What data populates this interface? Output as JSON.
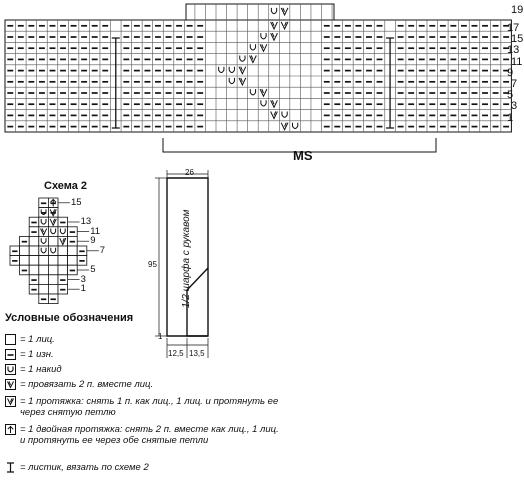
{
  "main_chart": {
    "row_numbers": [
      "19",
      "17",
      "15",
      "13",
      "11",
      "9",
      "7",
      "5",
      "3",
      "1"
    ],
    "repeat_label": "MS"
  },
  "schema2": {
    "title": "Схема 2",
    "row_numbers": [
      "15",
      "13",
      "11",
      "9",
      "7",
      "5",
      "3",
      "1"
    ]
  },
  "sleeve_pattern": {
    "label": "1/2 шарфа с рукавом",
    "top_width": "26",
    "height": "95",
    "bottom_offset": "1",
    "bottom_left": "12,5",
    "bottom_right": "13,5"
  },
  "legend": {
    "title": "Условные обозначения",
    "items": [
      {
        "icon": "blank-square",
        "text": "= 1 лиц."
      },
      {
        "icon": "dash-square",
        "text": "= 1 изн."
      },
      {
        "icon": "yarn-over-square",
        "text": "= 1 накид"
      },
      {
        "icon": "k2tog-square",
        "text": "= провязать 2 п. вместе лиц."
      },
      {
        "icon": "ssk-square",
        "text": "= 1 протяжка: снять 1 п. как лиц., 1 лиц. и протянуть ее через снятую петлю"
      },
      {
        "icon": "double-decrease-square",
        "text": "= 1 двойная протяжка: снять 2 п. вместе как лиц., 1 лиц. и протянуть ее через обе снятые петли"
      },
      {
        "icon": "leaf-bracket",
        "text": "= листик, вязать по схеме 2"
      }
    ]
  }
}
